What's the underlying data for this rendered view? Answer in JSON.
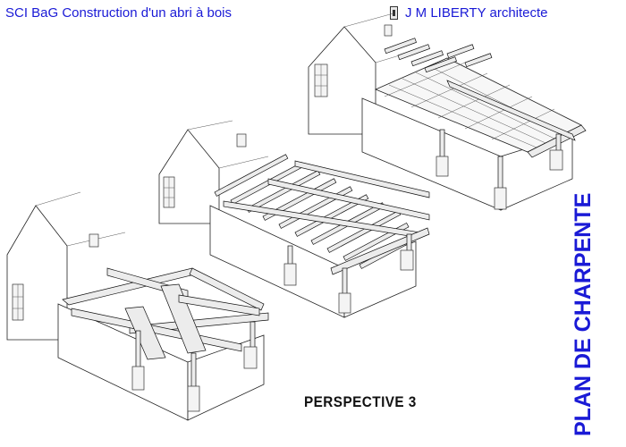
{
  "header": {
    "project_title": "SCI BaG Construction d'un abri à bois",
    "architect": "J M LIBERTY architecte"
  },
  "drawing": {
    "perspective_label": "PERSPECTIVE 3",
    "sheet_title": "PLAN DE CHARPENTE"
  }
}
